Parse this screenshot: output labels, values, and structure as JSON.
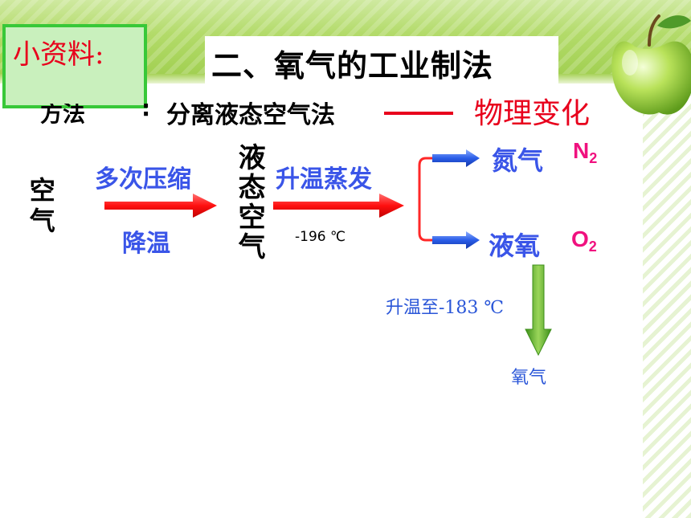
{
  "note": {
    "label": "小资料:"
  },
  "title": "二、氧气的工业制法",
  "method": {
    "label": "方法",
    "colon": ":",
    "text": "分离液态空气法",
    "result": "物理变化"
  },
  "steps": {
    "start": "空气",
    "step1_top": "多次压缩",
    "step1_bottom": "降温",
    "intermediate": "液态空气",
    "step2_top": "升温蒸发",
    "step2_temp": "-196 ℃"
  },
  "products": {
    "gas_name": "氮气",
    "gas_formula_main": "N",
    "gas_formula_sub": "2",
    "liquid_name": "液氧",
    "liquid_formula_main": "O",
    "liquid_formula_sub": "2"
  },
  "final_step": {
    "heat_label": "升温至-183 ℃",
    "final_product": "氧气"
  },
  "colors": {
    "red_arrow": "#ff1010",
    "blue_arrow": "#2a5de8",
    "green_arrow": "#5ab82a",
    "bracket": "#ff2828",
    "accent_red": "#e8001c",
    "label_blue": "#3a55e8",
    "formula_pink": "#f0117f"
  }
}
